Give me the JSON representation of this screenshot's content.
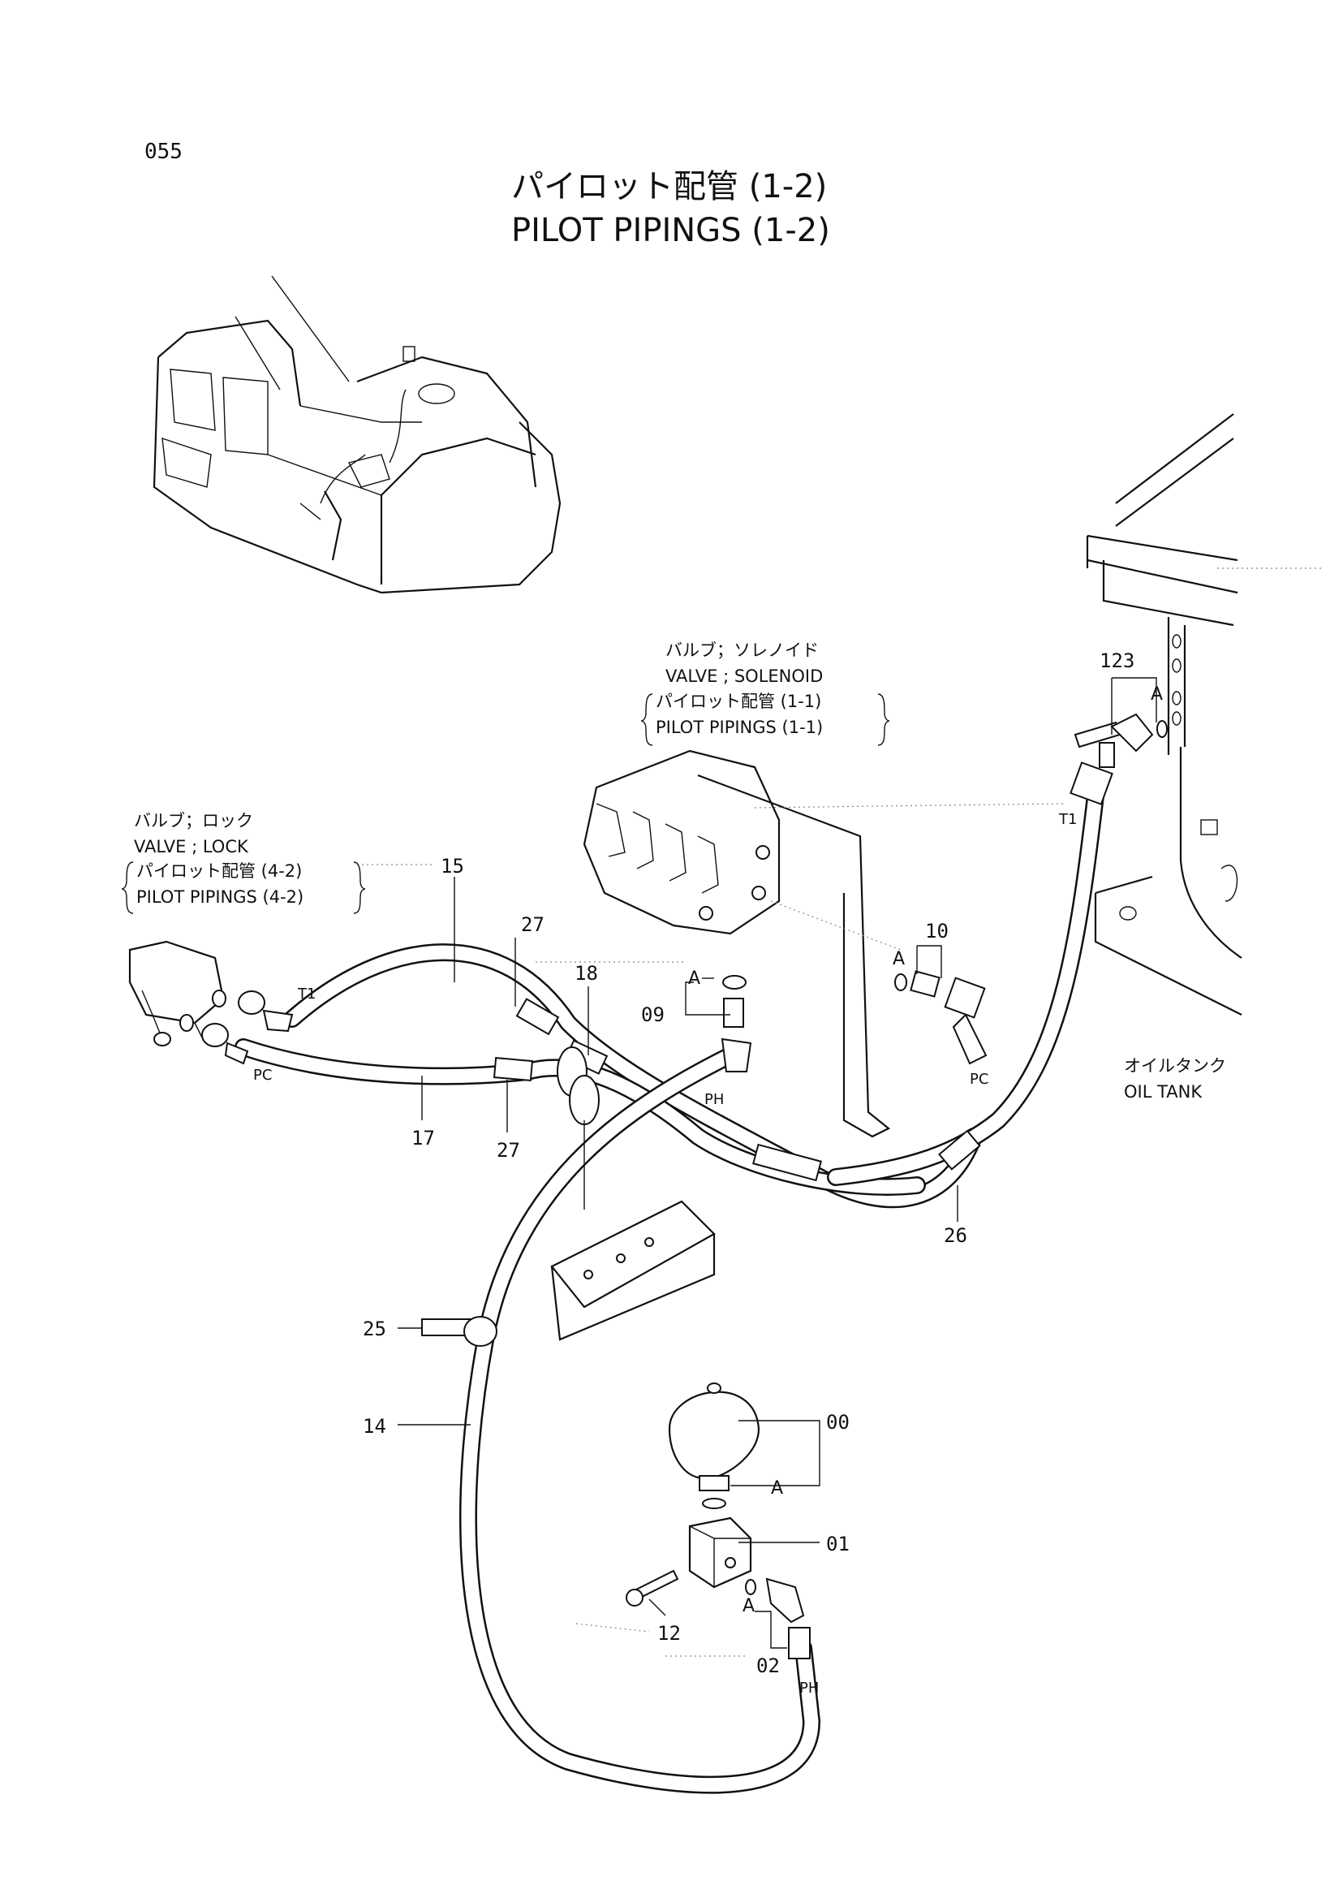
{
  "page_number": "055",
  "title_jp": "パイロット配管 (1-2)",
  "title_en": "PILOT PIPINGS (1-2)",
  "references": {
    "solenoid": {
      "jp": "バルブ；ソレノイド",
      "en": "VALVE ; SOLENOID",
      "sub_jp": "パイロット配管 (1-1)",
      "sub_en": "PILOT PIPINGS (1-1)"
    },
    "lock": {
      "jp": "バルブ；ロック",
      "en": "VALVE ; LOCK",
      "sub_jp": "パイロット配管 (4-2)",
      "sub_en": "PILOT PIPINGS (4-2)"
    },
    "oil_tank": {
      "jp": "オイルタンク",
      "en": "OIL TANK"
    }
  },
  "callouts": {
    "p123": "123",
    "p15": "15",
    "p27a": "27",
    "p18": "18",
    "p10": "10",
    "p09": "09",
    "p17": "17",
    "p27b": "27",
    "p26": "26",
    "p25": "25",
    "p14": "14",
    "p00": "00",
    "p01": "01",
    "p12": "12",
    "p02": "02"
  },
  "port_labels": {
    "t1_right": "T1",
    "t1_left": "T1",
    "pc_left": "PC",
    "pc_right": "PC",
    "ph_mid": "PH",
    "ph_bottom": "PH"
  },
  "oring_labels": {
    "a_123": "A",
    "a_10": "A",
    "a_09": "A",
    "a_00": "A",
    "a_02": "A"
  }
}
